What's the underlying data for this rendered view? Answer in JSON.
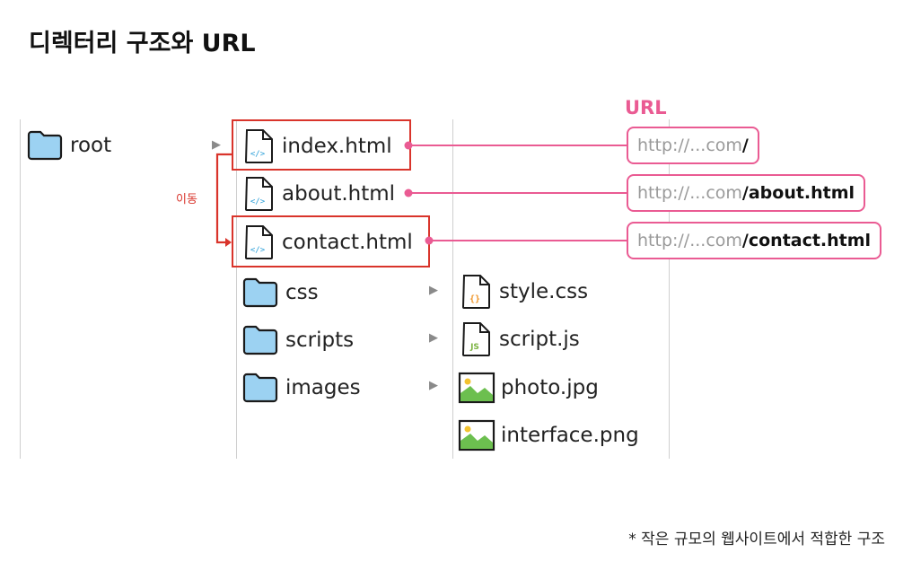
{
  "title": "디렉터리 구조와 URL",
  "url_heading": "URL",
  "move_label": "이동",
  "footnote": "* 작은 규모의 웹사이트에서 적합한 구조",
  "colors": {
    "url_accent": "#ea5b93",
    "highlight": "#d9342b",
    "folder": "#9cd2f2",
    "folder_stroke": "#1a1a1a"
  },
  "columns": {
    "root": {
      "label": "root",
      "icon": "folder-icon"
    },
    "root_level": [
      {
        "label": "index.html",
        "icon": "html-file-icon"
      },
      {
        "label": "about.html",
        "icon": "html-file-icon"
      },
      {
        "label": "contact.html",
        "icon": "html-file-icon"
      },
      {
        "label": "css",
        "icon": "folder-icon"
      },
      {
        "label": "scripts",
        "icon": "folder-icon"
      },
      {
        "label": "images",
        "icon": "folder-icon"
      }
    ],
    "sub_level": [
      {
        "label": "style.css",
        "icon": "css-file-icon"
      },
      {
        "label": "script.js",
        "icon": "js-file-icon"
      },
      {
        "label": "photo.jpg",
        "icon": "image-file-icon"
      },
      {
        "label": "interface.png",
        "icon": "image-file-icon"
      }
    ]
  },
  "urls": [
    {
      "prefix": "http://...com",
      "path": "/"
    },
    {
      "prefix": "http://...com",
      "path": "/about.html"
    },
    {
      "prefix": "http://...com",
      "path": "/contact.html"
    }
  ],
  "glyphs": {
    "arrow": "▶",
    "css_badge": "{}",
    "js_badge": "JS",
    "code_badge": "</>"
  }
}
